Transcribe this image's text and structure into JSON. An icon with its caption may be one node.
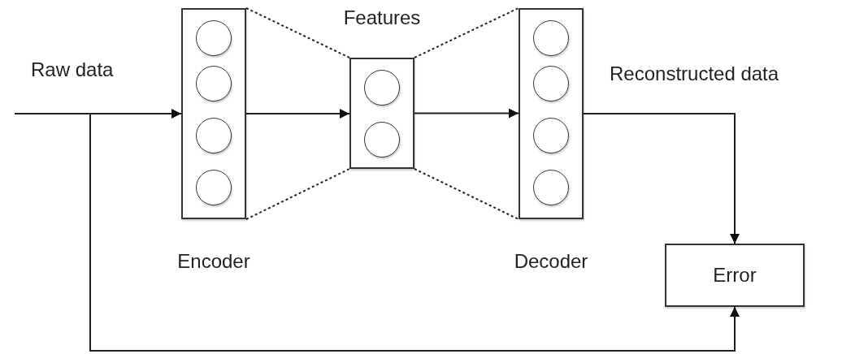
{
  "diagram": {
    "nodes": [
      {
        "text": [
          "Encoder"
        ]
      },
      {
        "text": [],
        "shape": "circle",
        "in": 0
      },
      {
        "text": [],
        "shape": "circle",
        "in": 0
      },
      {
        "text": [],
        "shape": "circle",
        "in": 0
      },
      {
        "text": [],
        "shape": "circle",
        "in": 0
      },
      {
        "text": [
          "Features"
        ]
      },
      {
        "text": [],
        "shape": "circle",
        "in": 5
      },
      {
        "text": [],
        "shape": "circle",
        "in": 5
      },
      {
        "text": [
          "Decoder"
        ]
      },
      {
        "text": [],
        "shape": "circle",
        "in": 8
      },
      {
        "text": [],
        "shape": "circle",
        "in": 8
      },
      {
        "text": [],
        "shape": "circle",
        "in": 8
      },
      {
        "text": [],
        "shape": "circle",
        "in": 8
      },
      {
        "text": [
          "Error"
        ]
      }
    ],
    "edges": [
      {
        "from": null,
        "to": 0,
        "arrow": "to",
        "label": "Raw data"
      },
      {
        "from": 0,
        "to": 5,
        "arrow": "to"
      },
      {
        "from": 5,
        "to": 8,
        "arrow": "to"
      },
      {
        "from": 8,
        "to": 13,
        "arrow": "to",
        "label": "Reconstructed data"
      },
      {
        "from": null,
        "to": 13,
        "arrow": "to"
      },
      {
        "from": 0,
        "to": 5,
        "arrow": "none",
        "style": "dashed"
      },
      {
        "from": 0,
        "to": 5,
        "arrow": "none",
        "style": "dashed"
      },
      {
        "from": 5,
        "to": 8,
        "arrow": "none",
        "style": "dashed"
      },
      {
        "from": 5,
        "to": 8,
        "arrow": "none",
        "style": "dashed"
      }
    ]
  }
}
